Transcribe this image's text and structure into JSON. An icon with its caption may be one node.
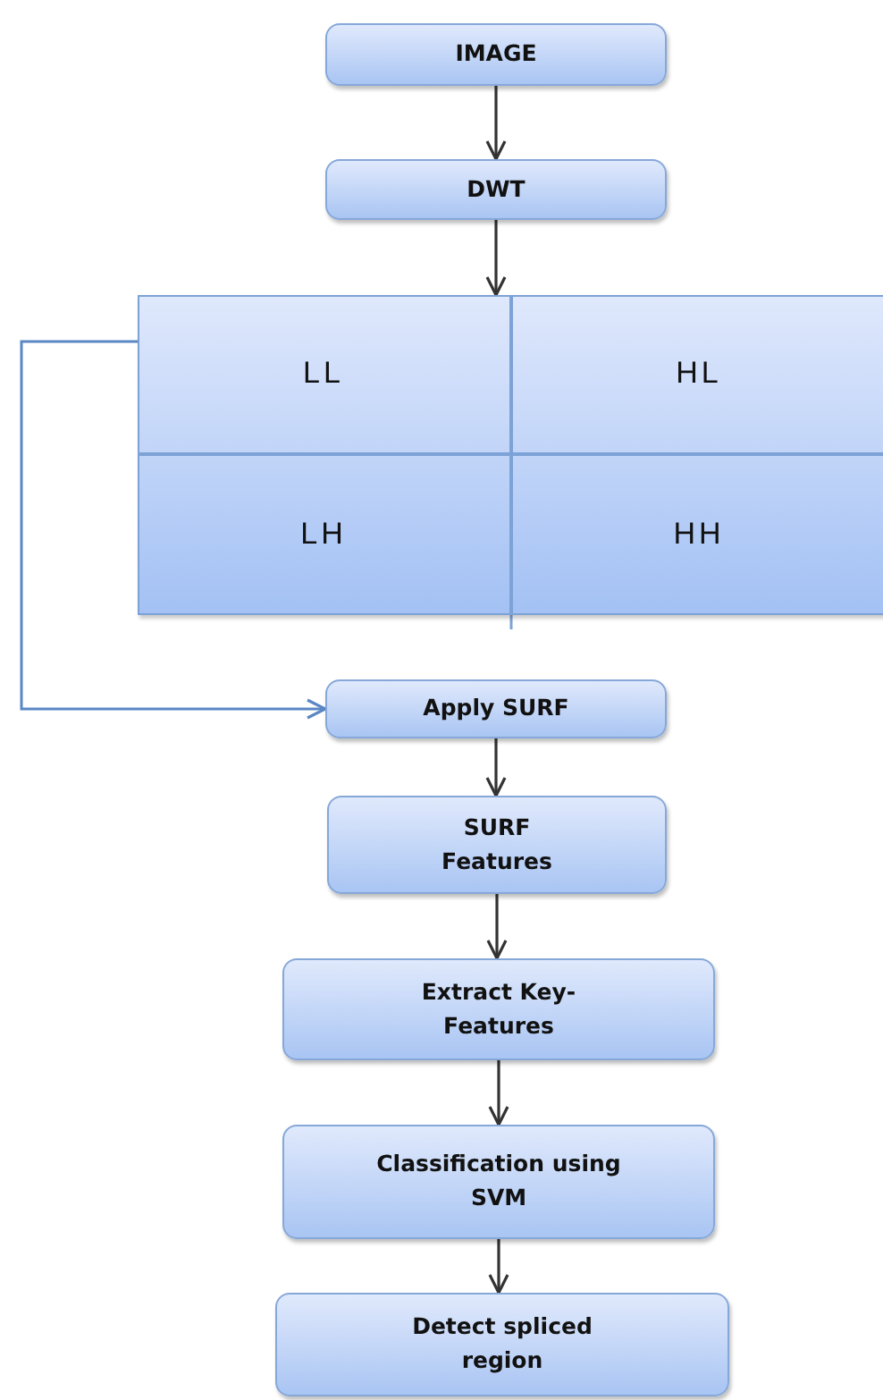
{
  "diagram": {
    "nodes": [
      {
        "text": [
          "IMAGE"
        ]
      },
      {
        "text": [
          "DWT"
        ]
      },
      {
        "text": [],
        "shape": "box"
      },
      {
        "text": [
          "LL"
        ],
        "in": 2
      },
      {
        "text": [
          "HL"
        ],
        "in": 2
      },
      {
        "text": [
          "LH"
        ],
        "in": 2
      },
      {
        "text": [
          "HH"
        ],
        "in": 2
      },
      {
        "text": [
          "Apply SURF"
        ]
      },
      {
        "text": [
          "SURF Features"
        ]
      },
      {
        "text": [
          "Extract Key- Features"
        ]
      },
      {
        "text": [
          "Classification using SVM"
        ]
      },
      {
        "text": [
          "Detect spliced region"
        ]
      }
    ],
    "edges": [
      {
        "from": 0,
        "to": 1,
        "arrow": "to"
      },
      {
        "from": 1,
        "to": 2,
        "arrow": "to"
      },
      {
        "from": 2,
        "to": 7,
        "arrow": "to",
        "color": "#5b87c5"
      },
      {
        "from": 7,
        "to": 8,
        "arrow": "to"
      },
      {
        "from": 8,
        "to": 9,
        "arrow": "to"
      },
      {
        "from": 9,
        "to": 10,
        "arrow": "to"
      },
      {
        "from": 10,
        "to": 11,
        "arrow": "to"
      }
    ]
  }
}
